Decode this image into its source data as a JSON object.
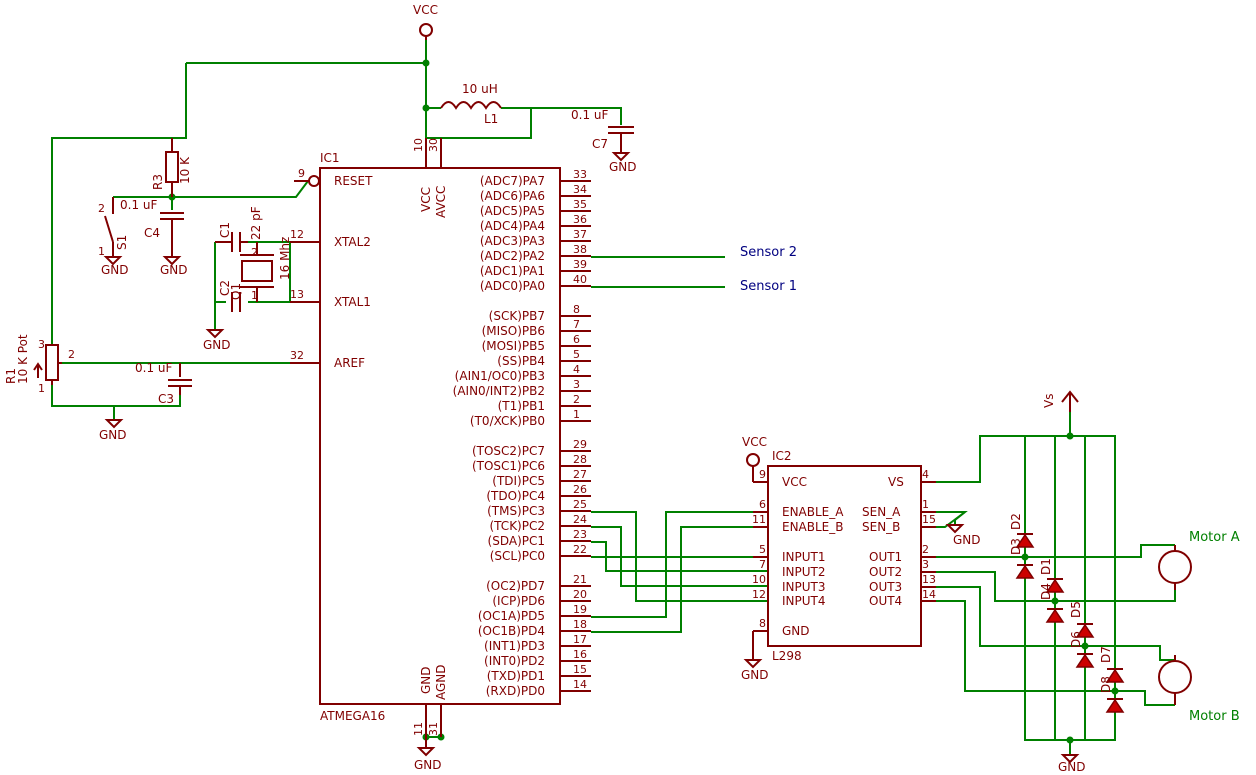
{
  "power": {
    "vcc": "VCC",
    "gnd": "GND",
    "vs": "Vs"
  },
  "ic1": {
    "ref": "IC1",
    "part": "ATMEGA16",
    "pin_reset": "RESET",
    "pin_xtal2": "XTAL2",
    "pin_xtal1": "XTAL1",
    "pin_aref": "AREF",
    "pin_vcc": "VCC",
    "pin_avcc": "AVCC",
    "pin_gnd": "GND",
    "pin_agnd": "AGND",
    "num_9": "9",
    "num_12": "12",
    "num_13": "13",
    "num_32": "32",
    "num_10": "10",
    "num_30": "30",
    "num_11": "11",
    "num_31": "31",
    "right_pins": [
      {
        "name": "(ADC7)PA7",
        "num": "33"
      },
      {
        "name": "(ADC6)PA6",
        "num": "34"
      },
      {
        "name": "(ADC5)PA5",
        "num": "35"
      },
      {
        "name": "(ADC4)PA4",
        "num": "36"
      },
      {
        "name": "(ADC3)PA3",
        "num": "37"
      },
      {
        "name": "(ADC2)PA2",
        "num": "38"
      },
      {
        "name": "(ADC1)PA1",
        "num": "39"
      },
      {
        "name": "(ADC0)PA0",
        "num": "40"
      },
      {
        "name": "(SCK)PB7",
        "num": "8"
      },
      {
        "name": "(MISO)PB6",
        "num": "7"
      },
      {
        "name": "(MOSI)PB5",
        "num": "6"
      },
      {
        "name": "(SS)PB4",
        "num": "5"
      },
      {
        "name": "(AIN1/OC0)PB3",
        "num": "4"
      },
      {
        "name": "(AIN0/INT2)PB2",
        "num": "3"
      },
      {
        "name": "(T1)PB1",
        "num": "2"
      },
      {
        "name": "(T0/XCK)PB0",
        "num": "1"
      },
      {
        "name": "(TOSC2)PC7",
        "num": "29"
      },
      {
        "name": "(TOSC1)PC6",
        "num": "28"
      },
      {
        "name": "(TDI)PC5",
        "num": "27"
      },
      {
        "name": "(TDO)PC4",
        "num": "26"
      },
      {
        "name": "(TMS)PC3",
        "num": "25"
      },
      {
        "name": "(TCK)PC2",
        "num": "24"
      },
      {
        "name": "(SDA)PC1",
        "num": "23"
      },
      {
        "name": "(SCL)PC0",
        "num": "22"
      },
      {
        "name": "(OC2)PD7",
        "num": "21"
      },
      {
        "name": "(ICP)PD6",
        "num": "20"
      },
      {
        "name": "(OC1A)PD5",
        "num": "19"
      },
      {
        "name": "(OC1B)PD4",
        "num": "18"
      },
      {
        "name": "(INT1)PD3",
        "num": "17"
      },
      {
        "name": "(INT0)PD2",
        "num": "16"
      },
      {
        "name": "(TXD)PD1",
        "num": "15"
      },
      {
        "name": "(RXD)PD0",
        "num": "14"
      }
    ]
  },
  "ic2": {
    "ref": "IC2",
    "part": "L298",
    "vcc": "VCC",
    "enable_a": "ENABLE_A",
    "enable_b": "ENABLE_B",
    "input1": "INPUT1",
    "input2": "INPUT2",
    "input3": "INPUT3",
    "input4": "INPUT4",
    "gnd": "GND",
    "vs": "VS",
    "sen_a": "SEN_A",
    "sen_b": "SEN_B",
    "out1": "OUT1",
    "out2": "OUT2",
    "out3": "OUT3",
    "out4": "OUT4",
    "n9": "9",
    "n6": "6",
    "n11": "11",
    "n5": "5",
    "n7": "7",
    "n10": "10",
    "n12": "12",
    "n8": "8",
    "n4": "4",
    "n1": "1",
    "n15": "15",
    "n2": "2",
    "n3": "3",
    "n13": "13",
    "n14": "14"
  },
  "passives": {
    "l1_ref": "L1",
    "l1_val": "10 uH",
    "c7_ref": "C7",
    "c7_val": "0.1 uF",
    "r3_ref": "R3",
    "r3_val": "10 K",
    "c4_ref": "C4",
    "c4_val": "0.1 uF",
    "s1_ref": "S1",
    "s1_p1": "1",
    "s1_p2": "2",
    "c1_ref": "C1",
    "c1_val": "22 pF",
    "c2_ref": "C2",
    "q1_ref": "Q1",
    "q1_val": "16 Mhz",
    "q1_p1": "1",
    "q1_p2": "2",
    "r1_ref": "R1",
    "r1_val": "10 K Pot",
    "r1_p1": "1",
    "r1_p2": "2",
    "r1_p3": "3",
    "c3_ref": "C3",
    "c3_val": "0.1 uF"
  },
  "diodes": {
    "d1": "D1",
    "d2": "D2",
    "d3": "D3",
    "d4": "D4",
    "d5": "D5",
    "d6": "D6",
    "d7": "D7",
    "d8": "D8"
  },
  "nets": {
    "sensor2": "Sensor 2",
    "sensor1": "Sensor 1",
    "motor_a": "Motor A",
    "motor_b": "Motor B"
  },
  "colors": {
    "component": "#800000",
    "wire": "#008000",
    "net_label": "#000080"
  }
}
